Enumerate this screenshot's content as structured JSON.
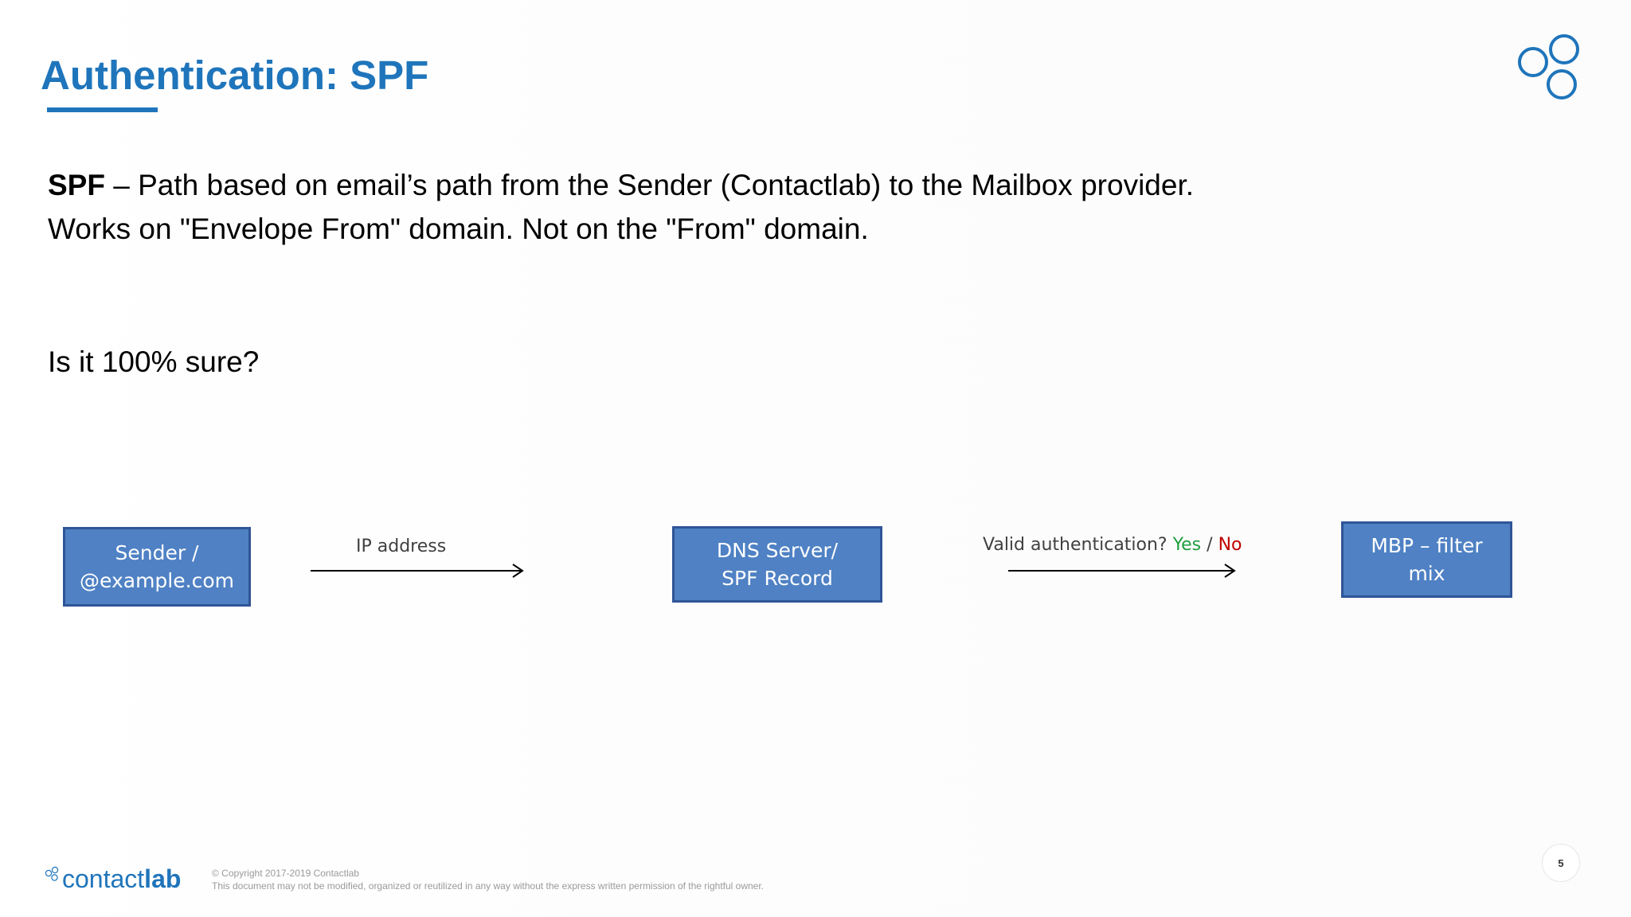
{
  "slide": {
    "title": "Authentication: SPF",
    "line1_bold": "SPF",
    "line1_rest": " – Path based on email’s path from the Sender (Contactlab) to the Mailbox provider.",
    "line2": "Works on \"Envelope From\" domain. Not on the \"From\" domain.",
    "question": "Is it 100% sure?",
    "page_number": "5"
  },
  "flow": {
    "sender_line1": "Sender /",
    "sender_line2": "@example.com",
    "arrow1_label": "IP address",
    "dns_line1": "DNS Server/",
    "dns_line2": "SPF Record",
    "arrow2_label": "Valid authentication?",
    "arrow2_yes": "Yes",
    "arrow2_sep": "/",
    "arrow2_no": "No",
    "mbp_line1": "MBP – filter",
    "mbp_line2": "mix"
  },
  "footer": {
    "logo_text_1": "contact",
    "logo_text_2": "lab",
    "copyright": "© Copyright 2017-2019 Contactlab",
    "disclaimer": "This document may not be modified, organized or reutilized in any way without the express written permission of the rightful owner."
  },
  "icons": {
    "brand_logo": "three-circles-icon",
    "arrow": "right-arrow-icon"
  },
  "colors": {
    "brand_blue": "#1f75bb",
    "box_fill": "#4f81c4",
    "box_border": "#2f5597",
    "yes_green": "#1e9e3e",
    "no_red": "#c00000"
  }
}
